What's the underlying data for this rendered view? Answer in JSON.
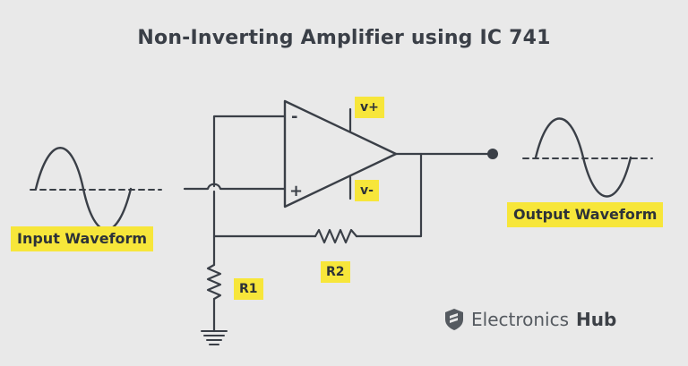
{
  "title": "Non-Inverting Amplifier using IC 741",
  "labels": {
    "vplus": "v+",
    "vminus": "v-",
    "minus_sign": "-",
    "plus_sign": "+",
    "input_waveform": "Input Waveform",
    "output_waveform": "Output Waveform",
    "r1": "R1",
    "r2": "R2"
  },
  "logo": {
    "text": "Electronics",
    "bold": "Hub",
    "icon": "electronics-hub-logo-icon"
  },
  "colors": {
    "background": "#e9e9e9",
    "wire": "#3a3f47",
    "highlight": "#f7e63a"
  }
}
